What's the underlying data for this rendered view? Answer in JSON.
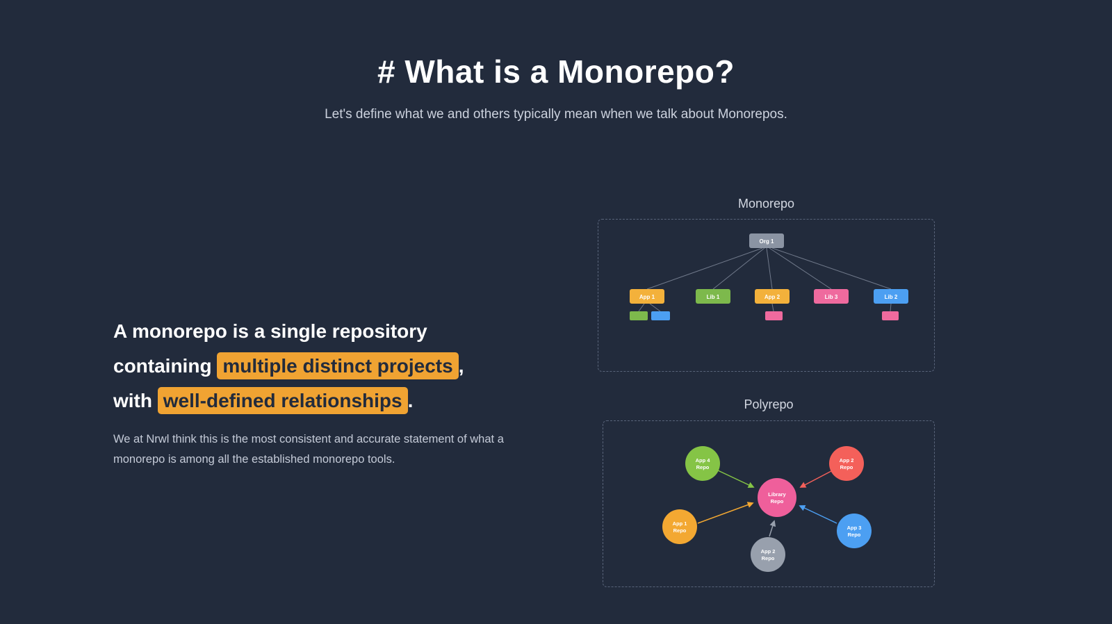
{
  "colors": {
    "background": "#222b3c",
    "highlight": "#f0a332"
  },
  "header": {
    "title": "# What is a Monorepo?",
    "subtitle": "Let's define what we and others typically mean when we talk about Monorepos."
  },
  "definition": {
    "line1": "A monorepo is a single repository",
    "line2_pre": "containing ",
    "highlight1": "multiple distinct projects",
    "line2_post": ",",
    "line3_pre": "with ",
    "highlight2": "well-defined relationships",
    "line3_post": ".",
    "note": "We at Nrwl think this is the most consistent and accurate statement of what a monorepo is among all the established monorepo tools."
  },
  "monorepo_diagram": {
    "title": "Monorepo",
    "root": {
      "label": "Org 1",
      "color": "#8b94a3"
    },
    "nodes": [
      {
        "label": "App 1",
        "color": "#f3b13b"
      },
      {
        "label": "Lib 1",
        "color": "#7db94c"
      },
      {
        "label": "App 2",
        "color": "#f3b13b"
      },
      {
        "label": "Lib 3",
        "color": "#ef6a9e"
      },
      {
        "label": "Lib 2",
        "color": "#4c9ff2"
      }
    ],
    "chips": [
      {
        "color": "#7db94c"
      },
      {
        "color": "#4c9ff2"
      },
      {
        "color": "#ef6a9e"
      },
      {
        "color": "#ef6a9e"
      }
    ]
  },
  "polyrepo_diagram": {
    "title": "Polyrepo",
    "center": {
      "line1": "Library",
      "line2": "Repo",
      "color": "#ef5f9b"
    },
    "satellites": [
      {
        "line1": "App 4",
        "line2": "Repo",
        "color": "#85c446"
      },
      {
        "line1": "App 2",
        "line2": "Repo",
        "color": "#f4605a"
      },
      {
        "line1": "App 1",
        "line2": "Repo",
        "color": "#f3a832"
      },
      {
        "line1": "App 3",
        "line2": "Repo",
        "color": "#4c9ff2"
      },
      {
        "line1": "App 2",
        "line2": "Repo",
        "color": "#98a0ad"
      }
    ]
  }
}
